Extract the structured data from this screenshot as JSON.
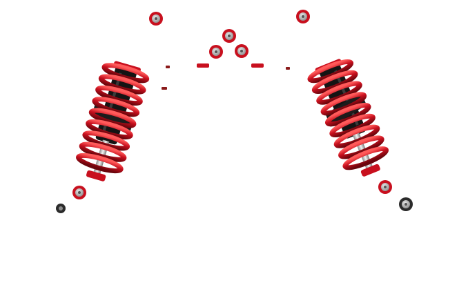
{
  "image": {
    "background": "#ffffff",
    "colors": {
      "spring": "#c8101e",
      "spring_shadow": "#6a050c",
      "spring_highlight": "#ff5a5a",
      "body": "#141414",
      "chrome": "#d9d9d9",
      "nut_ring": "#c8101e",
      "nut_center": "#b9b9b9"
    },
    "objects": [
      {
        "name": "left-coilover-shock",
        "icon": "coilover-icon"
      },
      {
        "name": "right-coilover-shock",
        "icon": "coilover-icon"
      },
      {
        "name": "mounting-nuts",
        "icon": "nut-icon",
        "count": 11
      },
      {
        "name": "spacer-bushings",
        "icon": "bushing-icon",
        "count": 2
      }
    ]
  }
}
